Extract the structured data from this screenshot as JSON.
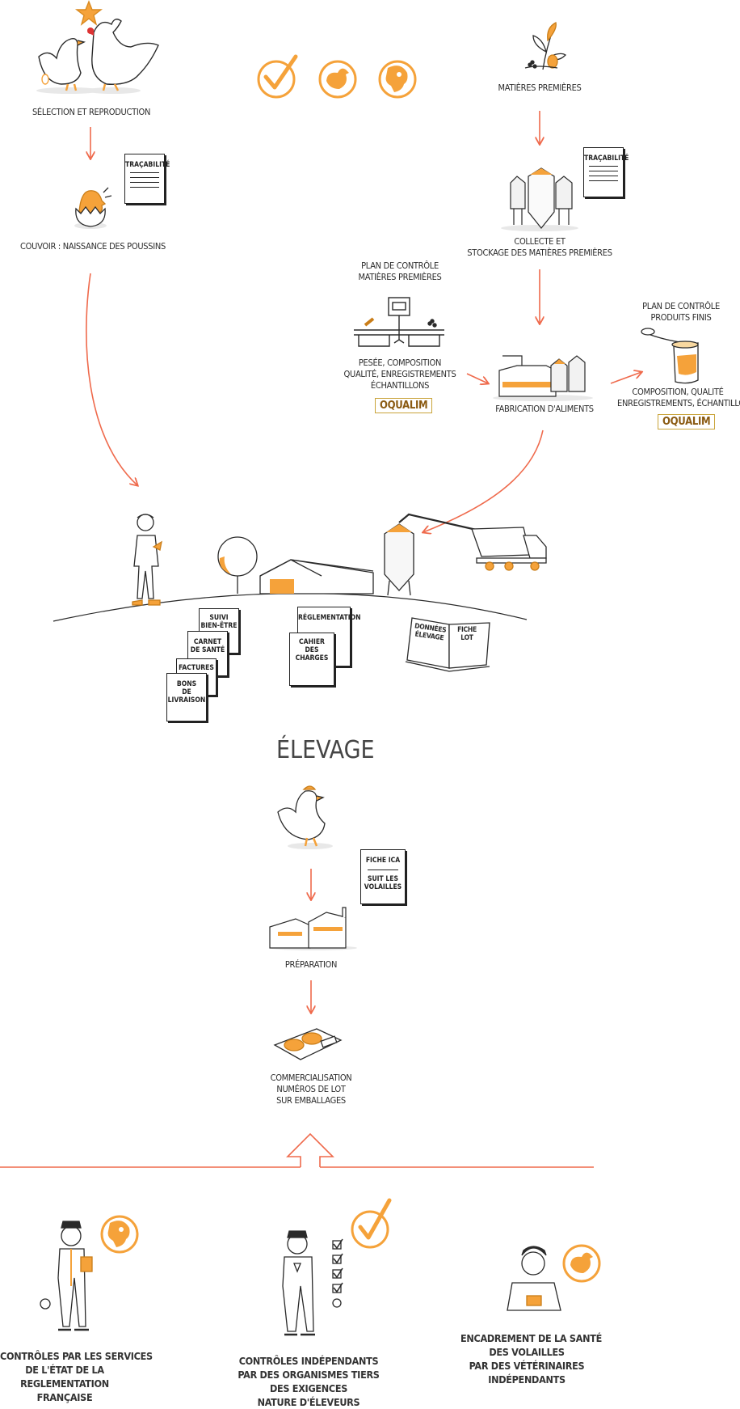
{
  "colors": {
    "orange": "#f5a23a",
    "arrow": "#ef6a4c",
    "ink": "#2a2a2a",
    "gold": "#c9a43a"
  },
  "icons": [
    "star-icon",
    "hen-rooster-illustration",
    "check-icon",
    "chicken-circle-icon",
    "vet-circle-icon",
    "plant-icon",
    "egg-chick-icon",
    "silo-icon",
    "scale-icon",
    "food-bowl-icon",
    "factory-icon",
    "farmer-figure",
    "tree-icon",
    "barn-icon",
    "truck-icon",
    "chicken-icon",
    "meat-tray-icon",
    "up-arrow-icon"
  ],
  "labels": {
    "selection": "SÉLECTION ET REPRODUCTION",
    "couvoir": "COUVOIR : NAISSANCE DES POUSSINS",
    "tracabilite_1": "TRAÇABILITÉ",
    "tracabilite_2": "TRAÇABILITÉ",
    "matieres": "MATIÈRES PREMIÈRES",
    "collecte_1": "COLLECTE ET",
    "collecte_2": "STOCKAGE DES MATIÈRES PREMIÈRES",
    "plan_mp_1": "PLAN DE CONTRÔLE",
    "plan_mp_2": "MATIÈRES PREMIÈRES",
    "pesee_1": "PESÉE, COMPOSITION",
    "pesee_2": "QUALITÉ, ENREGISTREMENTS",
    "pesee_3": "ÉCHANTILLONS",
    "oqualim_1": "OQUALIM",
    "fabrication": "FABRICATION D'ALIMENTS",
    "plan_pf_1": "PLAN DE CONTRÔLE",
    "plan_pf_2": "PRODUITS FINIS",
    "compo_1": "COMPOSITION, QUALITÉ",
    "compo_2": "ENREGISTREMENTS, ÉCHANTILLONS",
    "oqualim_2": "OQUALIM",
    "elevage": "ÉLEVAGE",
    "preparation": "PRÉPARATION",
    "comm_1": "COMMERCIALISATION",
    "comm_2": "NUMÉROS DE LOT",
    "comm_3": "SUR EMBALLAGES",
    "ctrl_etat_1": "CONTRÔLES PAR LES SERVICES",
    "ctrl_etat_2": "DE L'ÉTAT DE LA",
    "ctrl_etat_3": "REGLEMENTATION",
    "ctrl_etat_4": "FRANÇAISE",
    "ctrl_indep_1": "CONTRÔLES INDÉPENDANTS",
    "ctrl_indep_2": "PAR DES ORGANISMES TIERS",
    "ctrl_indep_3": "DES EXIGENCES",
    "ctrl_indep_4": "NATURE D'ÉLEVEURS",
    "sante_1": "ENCADREMENT DE LA SANTÉ",
    "sante_2": "DES VOLAILLES",
    "sante_3": "PAR DES VÉTÉRINAIRES",
    "sante_4": "INDÉPENDANTS"
  },
  "docs": {
    "suivi_1": "SUIVI",
    "suivi_2": "BIEN-ÊTRE",
    "carnet_1": "CARNET",
    "carnet_2": "DE SANTÉ",
    "factures": "FACTURES",
    "bons_1": "BONS",
    "bons_2": "DE",
    "bons_3": "LIVRAISON",
    "reglementation": "RÉGLEMENTATION",
    "cahier_1": "CAHIER",
    "cahier_2": "DES CHARGES",
    "donnees_1": "DONNÉES",
    "donnees_2": "ÉLEVAGE",
    "fiche_lot_1": "FICHE",
    "fiche_lot_2": "LOT",
    "fiche_ica": "FICHE ICA",
    "suit_1": "SUIT LES",
    "suit_2": "VOLAILLES"
  }
}
